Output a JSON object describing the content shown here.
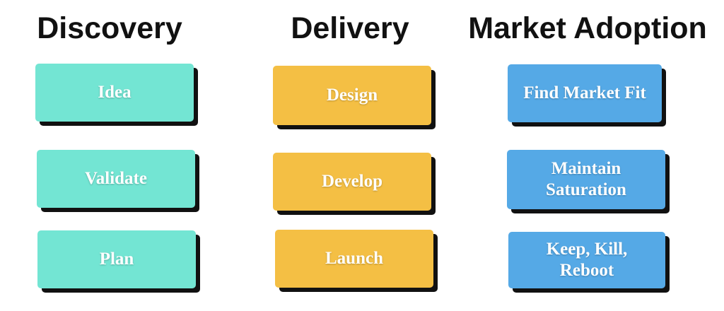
{
  "columns": [
    {
      "heading": "Discovery",
      "color": "#73e5d3",
      "cards": [
        "Idea",
        "Validate",
        "Plan"
      ]
    },
    {
      "heading": "Delivery",
      "color": "#f4bf44",
      "cards": [
        "Design",
        "Develop",
        "Launch"
      ]
    },
    {
      "heading": "Market Adoption",
      "color": "#55a9e6",
      "cards": [
        [
          "Find Market Fit"
        ],
        [
          "Maintain",
          "Saturation"
        ],
        [
          "Keep, Kill,",
          "Reboot"
        ]
      ]
    }
  ]
}
